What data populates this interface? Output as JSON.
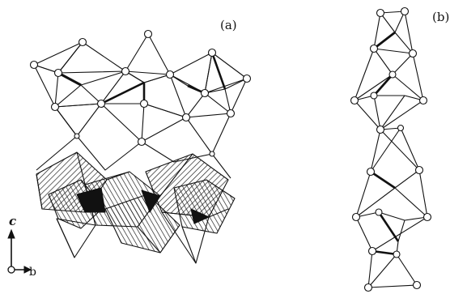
{
  "figure": {
    "panel_a_label": "(a)",
    "panel_b_label": "(b)",
    "axis_c_label": "c",
    "axis_b_label": "b"
  },
  "colors": {
    "ink": "#111111",
    "atom_fill": "#ffffff"
  }
}
